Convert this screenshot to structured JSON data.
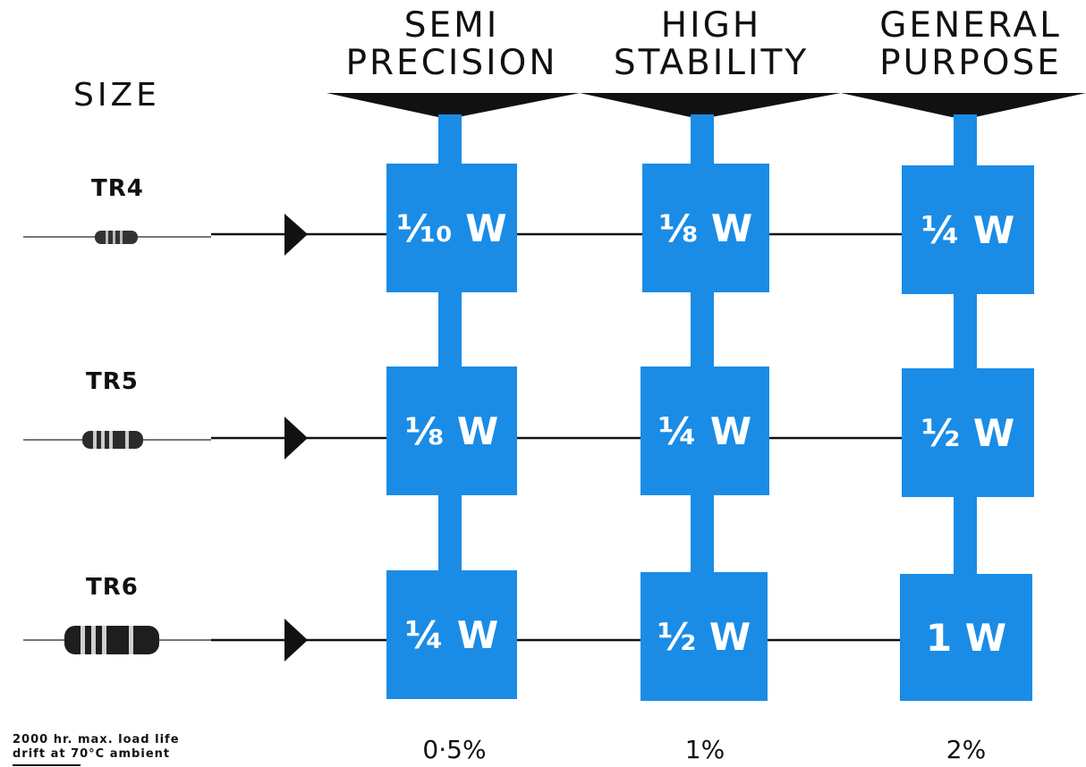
{
  "size_label": "SIZE",
  "columns": [
    {
      "title_line1": "SEMI",
      "title_line2": "PRECISION",
      "tolerance": "0·5%"
    },
    {
      "title_line1": "HIGH",
      "title_line2": "STABILITY",
      "tolerance": "1%"
    },
    {
      "title_line1": "GENERAL",
      "title_line2": "PURPOSE",
      "tolerance": "2%"
    }
  ],
  "rows": [
    {
      "label": "TR4",
      "ratings": [
        "⅒ W",
        "⅛ W",
        "¼ W"
      ]
    },
    {
      "label": "TR5",
      "ratings": [
        "⅛ W",
        "¼ W",
        "½ W"
      ]
    },
    {
      "label": "TR6",
      "ratings": [
        "¼ W",
        "½ W",
        "1 W"
      ]
    }
  ],
  "footnote_line1": "2000 hr. max. load life",
  "footnote_line2": "drift at 70°C ambient",
  "colors": {
    "cell": "#1a8ce6",
    "connector": "#1a8ce6",
    "ink": "#111111"
  }
}
